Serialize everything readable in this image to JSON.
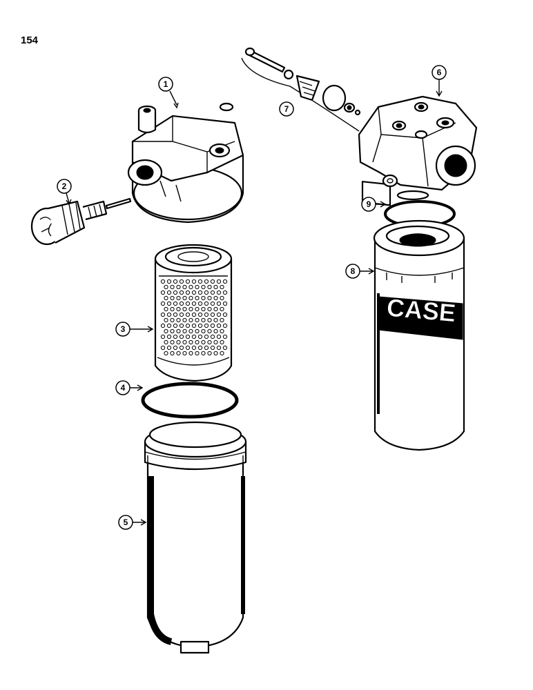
{
  "page": {
    "number": "154"
  },
  "callouts": [
    {
      "id": "1",
      "label": "1"
    },
    {
      "id": "2",
      "label": "2"
    },
    {
      "id": "3",
      "label": "3"
    },
    {
      "id": "4",
      "label": "4"
    },
    {
      "id": "5",
      "label": "5"
    },
    {
      "id": "6",
      "label": "6"
    },
    {
      "id": "7",
      "label": "7"
    },
    {
      "id": "8",
      "label": "8"
    },
    {
      "id": "9",
      "label": "9"
    }
  ],
  "parts": {
    "filter_canister_branding": "CASE"
  }
}
